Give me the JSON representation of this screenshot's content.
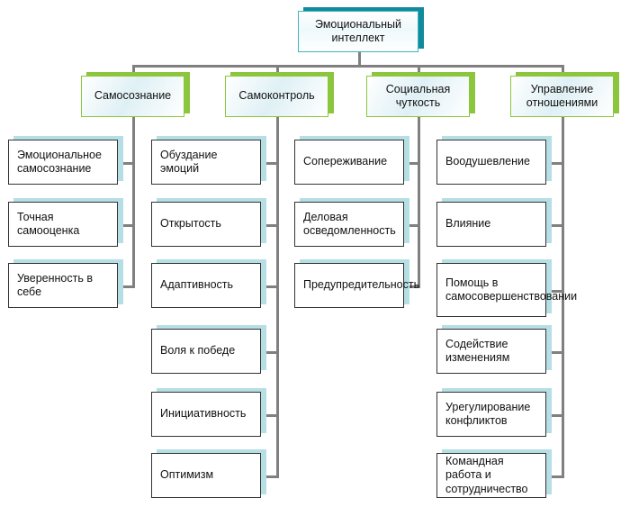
{
  "diagram": {
    "title": "Эмоциональный интеллект",
    "colors": {
      "root_shadow": "#118a9b",
      "root_border": "#3fb3c4",
      "level2_shadow": "#8cc63e",
      "level2_border": "#8cc63e",
      "leaf_shadow": "#b5dfe4",
      "leaf_border": "#333333",
      "connector": "#808080",
      "background": "#ffffff"
    },
    "root": {
      "label": "Эмоциональный интеллект"
    },
    "branches": [
      {
        "label": "Самосознание",
        "children": [
          {
            "label": "Эмоциональное самосознание"
          },
          {
            "label": "Точная самооценка"
          },
          {
            "label": "Уверенность в себе"
          }
        ]
      },
      {
        "label": "Самоконтроль",
        "children": [
          {
            "label": "Обуздание эмоций"
          },
          {
            "label": "Открытость"
          },
          {
            "label": "Адаптивность"
          },
          {
            "label": "Воля к победе"
          },
          {
            "label": "Инициативность"
          },
          {
            "label": "Оптимизм"
          }
        ]
      },
      {
        "label": "Социальная чуткость",
        "children": [
          {
            "label": "Сопереживание"
          },
          {
            "label": "Деловая осведомленность"
          },
          {
            "label": "Предупредительность"
          }
        ]
      },
      {
        "label": "Управление отношениями",
        "children": [
          {
            "label": "Воодушевление"
          },
          {
            "label": "Влияние"
          },
          {
            "label": "Помощь в самосовершенствовании"
          },
          {
            "label": "Содействие изменениям"
          },
          {
            "label": "Урегулирование конфликтов"
          },
          {
            "label": "Командная работа и сотрудничество"
          }
        ]
      }
    ]
  }
}
